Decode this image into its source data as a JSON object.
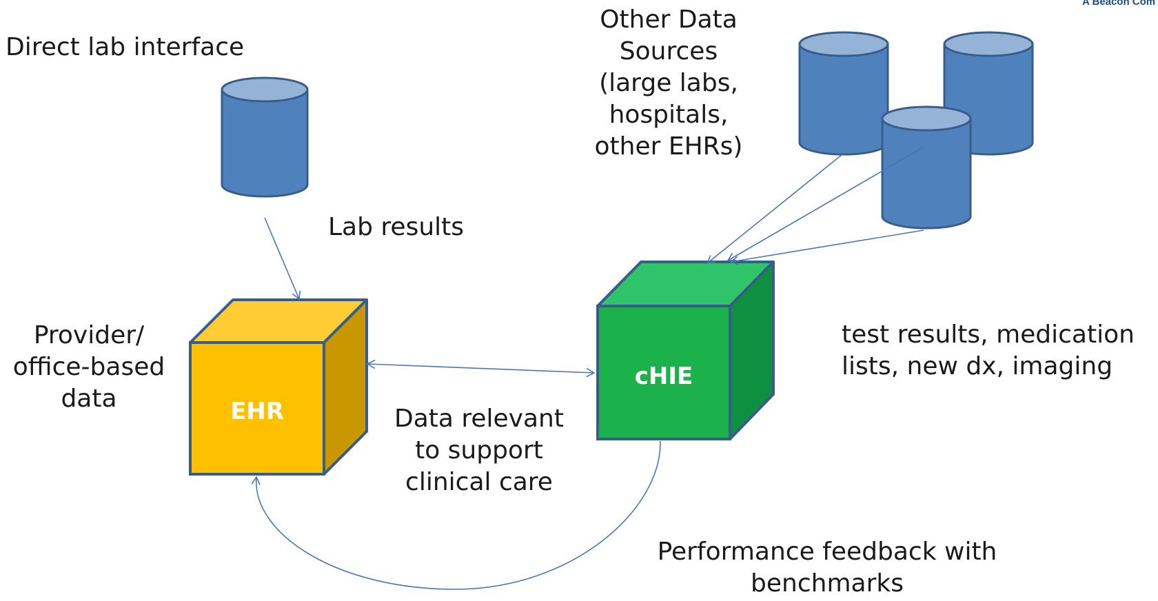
{
  "labels": {
    "direct_lab": "Direct lab interface",
    "other_sources": "Other Data\nSources\n(large labs,\nhospitals,\nother EHRs)",
    "lab_results": "Lab results",
    "provider_data": "Provider/\noffice-based\ndata",
    "test_results": "test results, medication\nlists, new dx, imaging",
    "data_relevant": "Data relevant\nto support\nclinical care",
    "performance": "Performance feedback with\nbenchmarks",
    "corner_logo": "A Beacon Com"
  },
  "boxes": {
    "ehr": {
      "label": "EHR",
      "face_color": "#ffc000",
      "top_color": "#ffcc33",
      "side_color": "#c99700"
    },
    "chie": {
      "label": "cHIE",
      "face_color": "#1bb24b",
      "top_color": "#2fc46a",
      "side_color": "#0d9140"
    }
  },
  "colors": {
    "cylinder_body": "#4f81bd",
    "cylinder_top": "#95b3d7",
    "outline": "#385d8a",
    "arrow": "#4a76b5"
  }
}
